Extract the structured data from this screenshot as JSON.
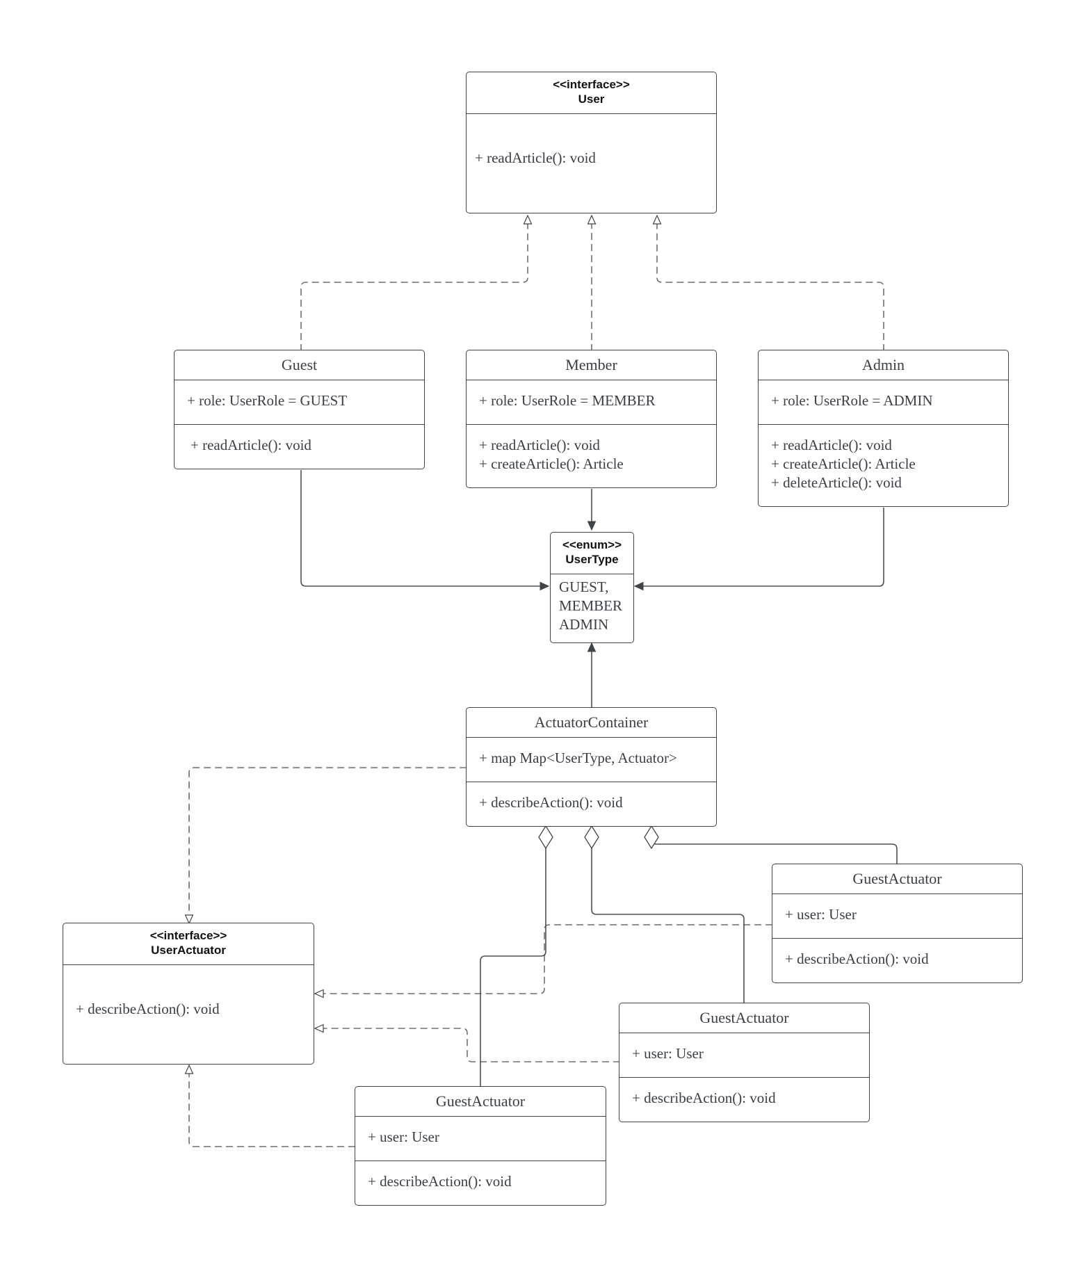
{
  "user": {
    "stereotype": "<<interface>>",
    "name": "User",
    "methods": [
      "+ readArticle(): void"
    ]
  },
  "guest": {
    "name": "Guest",
    "attributes": [
      "+ role: UserRole = GUEST"
    ],
    "methods": [
      "+ readArticle(): void"
    ]
  },
  "member": {
    "name": "Member",
    "attributes": [
      "+ role: UserRole = MEMBER"
    ],
    "methods": [
      "+ readArticle(): void",
      "+ createArticle(): Article"
    ]
  },
  "admin": {
    "name": "Admin",
    "attributes": [
      "+ role: UserRole = ADMIN"
    ],
    "methods": [
      "+ readArticle(): void",
      "+ createArticle(): Article",
      "+ deleteArticle(): void"
    ]
  },
  "user_type": {
    "stereotype": "<<enum>>",
    "name": "UserType",
    "values": [
      "GUEST,",
      "MEMBER",
      "ADMIN"
    ]
  },
  "actuator_container": {
    "name": "ActuatorContainer",
    "attributes": [
      "+ map Map<UserType, Actuator>"
    ],
    "methods": [
      "+ describeAction(): void"
    ]
  },
  "user_actuator": {
    "stereotype": "<<interface>>",
    "name": "UserActuator",
    "methods": [
      "+ describeAction(): void"
    ]
  },
  "guest_actuator_right": {
    "name": "GuestActuator",
    "attributes": [
      "+ user: User"
    ],
    "methods": [
      "+ describeAction(): void"
    ]
  },
  "guest_actuator_middle": {
    "name": "GuestActuator",
    "attributes": [
      "+ user: User"
    ],
    "methods": [
      "+ describeAction(): void"
    ]
  },
  "guest_actuator_bottom": {
    "name": "GuestActuator",
    "attributes": [
      "+ user: User"
    ],
    "methods": [
      "+ describeAction(): void"
    ]
  }
}
